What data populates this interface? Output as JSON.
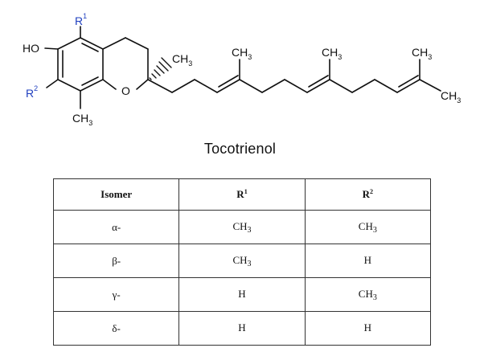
{
  "figure": {
    "title": "Tocotrienol",
    "structure_labels": {
      "ho": "HO",
      "r1_letter": "R",
      "r1_number": "1",
      "r2_letter": "R",
      "r2_number": "2",
      "ring_oxygen": "O",
      "methyl_c": "CH",
      "methyl_sub": "3"
    }
  },
  "table": {
    "headers": {
      "isomer": "Isomer",
      "r1_letter": "R",
      "r1_sup": "1",
      "r2_letter": "R",
      "r2_sup": "2"
    },
    "rows": [
      {
        "isomer": "α-",
        "r1": {
          "main": "CH",
          "sub": "3"
        },
        "r2": {
          "main": "CH",
          "sub": "3"
        }
      },
      {
        "isomer": "β-",
        "r1": {
          "main": "CH",
          "sub": "3"
        },
        "r2": {
          "main": "H",
          "sub": ""
        }
      },
      {
        "isomer": "γ-",
        "r1": {
          "main": "H",
          "sub": ""
        },
        "r2": {
          "main": "CH",
          "sub": "3"
        }
      },
      {
        "isomer": "δ-",
        "r1": {
          "main": "H",
          "sub": ""
        },
        "r2": {
          "main": "H",
          "sub": ""
        }
      }
    ]
  },
  "colors": {
    "substituent_label": "#1f3fbf",
    "bond": "#111111",
    "table_border": "#333333"
  }
}
